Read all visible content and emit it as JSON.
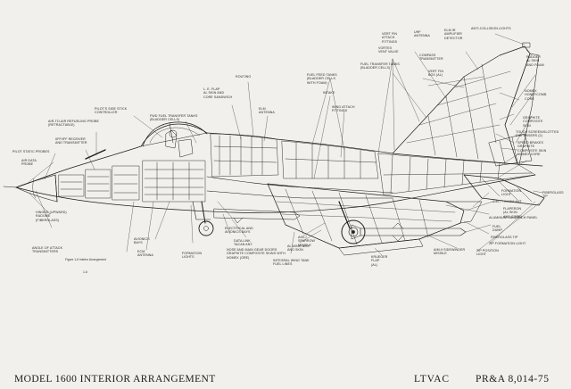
{
  "title": "MODEL 1600 INTERIOR ARRANGEMENT",
  "organization": "LTVAC",
  "document_number": "PR&A  8,014-75",
  "figure_caption": "Figure 1-6  Interior Arrangement",
  "page_marker": "1-6",
  "callouts": {
    "pilot_static_probes": "PILOT STATIC PROBES",
    "air_data_probe": "AIR DATA\nPROBE",
    "angle_attack_transmitters": "ANGLE OF ATTACK\nTRANSMITTERS",
    "radome": "HINGED (UPWARD)\nRADOME\n(FIBERGLASS)",
    "iff_receiver": "IIFF/IFF RECEIVER\nAND TRANSMITTER",
    "refueling_probe": "AIR-TO-AIR REFUELING PROBE\n(RETRACTABLE)",
    "side_stick": "PILOT'S SIDE STICK\nCONTROLLER",
    "fwd_fuel_tanks": "FWD FUEL TRANSFER TANKS\n(BLADDER CELLS)",
    "lef_flap": "L. E. FLAP\nAL SKIN AND\nCORE SANDWICH",
    "routing": "ROUTING",
    "elm_antenna": "ELM\nANTENNA",
    "fuel_feed_tanks": "FUEL FEED TANKS\n(BLADDER CELLS\nWITH FOAM)",
    "intake": "INTAKE",
    "wing_attach": "WING ATTACH\nFITTINGS",
    "fuel_transfer_tanks": "FUEL TRANSFER TANKS\n(BLADDER CELLS)",
    "vortex_vent_valve": "VORTEX\nVENT VALVE",
    "vert_fin_attach": "VERT FIN\nATTACH\nFITTINGS",
    "vert_fin_box": "VERT FIN\nBOX (AL)",
    "compass_transmitter": "COMPASS\nTRANSMITTER",
    "uhf_antenna": "UHF\nANTENNA",
    "elm_amplifier": "ELM IR\nAMPLIFIER\nDETECTOR",
    "anti_collision_lights": "ANTI-COLLISION LIGHTS",
    "rudder": "RUDDER\nAL SKIN\nAND FOAM",
    "nomex_core": "NOMEX\nHONEYCOMB\nCORE",
    "graphite_composite": "GRAPHITE\nCOMPOSITE\nSKIN",
    "tail_antenna": "TOUCH SCREEN/SLOTTED\nDISPENSERS (2)",
    "speed_brakes": "SPEED BRAKES\nGRAPHITE\nCOMPOSITE SKIN\nNOMEX CORE",
    "formation_light_tail": "FORMATION\nLIGHT",
    "fiberglass_tip": "FIBERGLASS\nTIP",
    "aim7_missile": "AIM-7 / ILLUM ANT",
    "fiberglass_skin": "FLAPERON\n(AL SKIN\nAND CORE)",
    "aluminum_panel": "ALUMINUM SANDWICH PANEL",
    "fuel_dump": "FUEL\nDUMP",
    "fiberglass_tip2": "FIBERGLASS TIP",
    "tip_formation_light": "TIP FORMATION LIGHT",
    "tip_position_light": "TIP POSITION\nLIGHT",
    "avionics_bays": "AVIONICS\nBAYS",
    "ecm_antenna": "ECM\nANTENNA",
    "formation_lights": "FORMATION\nLIGHTS",
    "electrical_avionics": "ELECTRICAL AND\nAVIONICS BAYS",
    "data_link": "DATA LINK\nTACAN ANT.",
    "nose_main_gear": "NOSE AND MAIN GEAR DOORS\nGRAPHITE COMPOSITE SKINS WITH\nNOMEX (ORE)",
    "integral_wing_tank": "INTEGRAL WING TANK\nFUEL LINES",
    "al_wing_box": "AL WING BOX\nAND SKIN",
    "aim7_sparrow": "AIM-7\nSPARROW\nMISSILE",
    "kruger_flap": "KRUEGER\nFLAP\n(AL)",
    "aim9_missile": "AIM-9 SIDEWINDER\nMISSILE"
  }
}
